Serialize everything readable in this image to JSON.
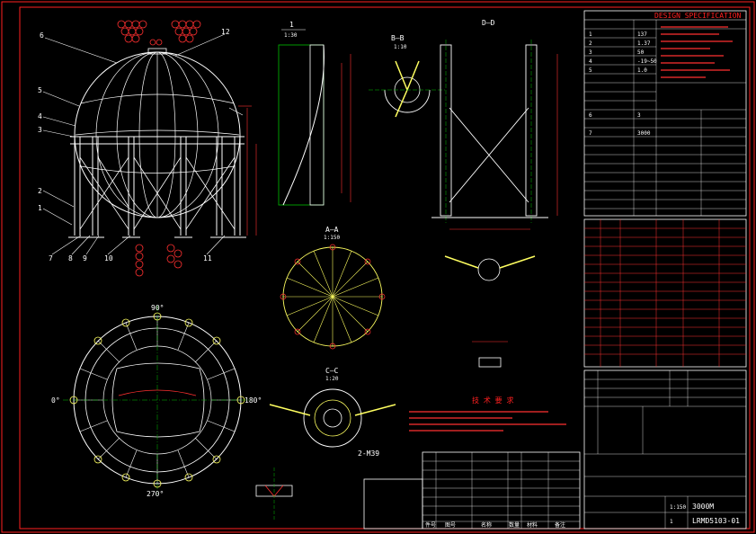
{
  "colors": {
    "background": "#000000",
    "frame": "#ff2020",
    "drawing": "#ffffff",
    "dimension": "#ff3030",
    "support": "#ffff60",
    "center_line": "#00c000"
  },
  "sheet": {
    "spec_title": "DESIGN SPECIFICATION",
    "drawing_no": "LRMD5103-01",
    "title_code": "3000M",
    "notes_title": "技 术 要 求"
  },
  "elevation": {
    "callouts": [
      "1",
      "2",
      "3",
      "4",
      "5",
      "6",
      "7",
      "8",
      "9",
      "10",
      "11",
      "12"
    ]
  },
  "views": {
    "section_1": {
      "title": "1",
      "scale": "1:30"
    },
    "section_BB": {
      "title": "B—B",
      "scale": "1:10"
    },
    "section_DD": {
      "title": "D—D"
    },
    "section_AA": {
      "title": "A—A",
      "scale": "1:150"
    },
    "section_CC": {
      "title": "C—C",
      "scale": "1:20"
    },
    "plan": {
      "angle_top": "90°",
      "angle_left": "0°",
      "angle_right": "180°",
      "angle_bottom": "270°"
    },
    "hole_label": "2-M39"
  },
  "spec_rows": [
    {
      "no": "1",
      "val": "137"
    },
    {
      "no": "2",
      "val": "1.37"
    },
    {
      "no": "3",
      "val": "50"
    },
    {
      "no": "4",
      "val": "-19~50"
    },
    {
      "no": "5",
      "val": "1.0"
    },
    {
      "no": "6",
      "val": "3"
    },
    {
      "no": "7",
      "val": "3000"
    }
  ],
  "bom_header": [
    "件号",
    "图号",
    "名称",
    "数量",
    "材料",
    "备注"
  ],
  "title_block": {
    "scale": "1:150",
    "sheet": "1"
  }
}
